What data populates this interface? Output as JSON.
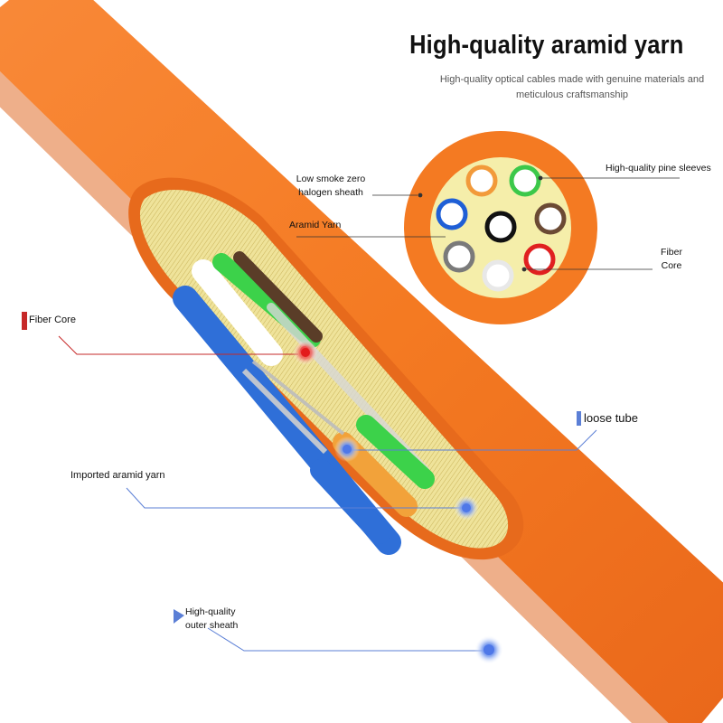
{
  "header": {
    "title": "High-quality aramid yarn",
    "subtitle": "High-quality optical cables made with genuine materials and meticulous craftsmanship"
  },
  "cross_section": {
    "labels": {
      "sheath": "Low smoke zero halogen sheath",
      "aramid": "Aramid Yarn",
      "sleeves": "High-quality pine sleeves",
      "fiber_core": "Fiber Core"
    },
    "tube_colors": [
      "#f29a3a",
      "#3cc84a",
      "#1f5fd6",
      "#111111",
      "#6b4a34",
      "#7a7a7a",
      "#e02020",
      "#f2f2f2"
    ]
  },
  "cable": {
    "labels": {
      "fiber_core": "Fiber Core",
      "loose_tube": "loose tube",
      "imported_aramid": "Imported aramid yarn",
      "outer_sheath": "High-quality outer sheath"
    },
    "colors": {
      "sheath": "#f47a22",
      "sheath_dark": "#e0641a",
      "aramid": "#f2e6a0",
      "leader": "#5b7fd6",
      "dot": "#4f78e8"
    }
  }
}
